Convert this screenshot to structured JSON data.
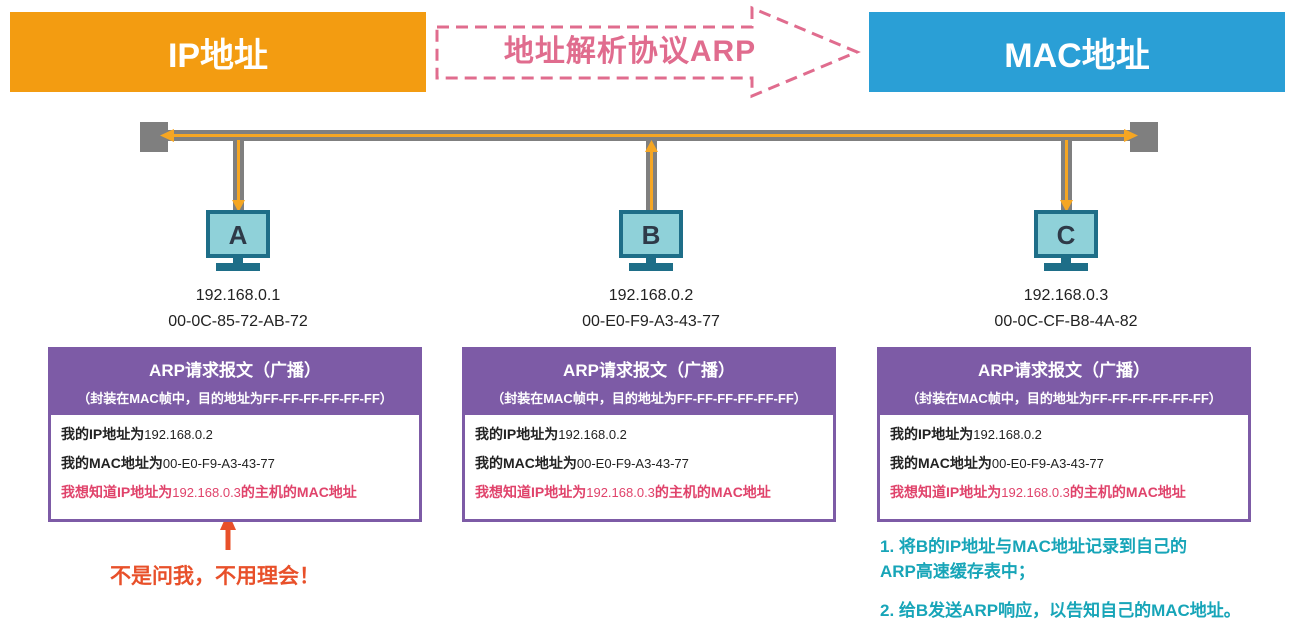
{
  "banners": {
    "ip": "IP地址",
    "arp": "地址解析协议ARP",
    "mac": "MAC地址"
  },
  "hosts": [
    {
      "label": "A",
      "ip": "192.168.0.1",
      "mac": "00-0C-85-72-AB-72"
    },
    {
      "label": "B",
      "ip": "192.168.0.2",
      "mac": "00-E0-F9-A3-43-77"
    },
    {
      "label": "C",
      "ip": "192.168.0.3",
      "mac": "00-0C-CF-B8-4A-82"
    }
  ],
  "arp_request": {
    "title": "ARP请求报文（广播）",
    "subtitle": "（封装在MAC帧中，目的地址为FF-FF-FF-FF-FF-FF）",
    "line1_label": "我的IP地址为",
    "line1_value": "192.168.0.2",
    "line2_label": "我的MAC地址为",
    "line2_value": "00-E0-F9-A3-43-77",
    "line3_prefix": "我想知道IP地址为",
    "line3_value": "192.168.0.3",
    "line3_suffix": "的主机的MAC地址"
  },
  "notes": {
    "host_a": "不是问我，不用理会！",
    "host_c_1": "1. 将B的IP地址与MAC地址记录到自己的",
    "host_c_2": "ARP高速缓存表中；",
    "host_c_3": "2. 给B发送ARP响应，以告知自己的MAC地址。"
  },
  "colors": {
    "ip_banner": "#F39C11",
    "mac_banner": "#2A9FD6",
    "arp_arrow": "#E06C8E",
    "bus": "#7F7F7F",
    "signal": "#F5A623",
    "box_border": "#7D5BA6",
    "question_text": "#E0436B",
    "note_a": "#E8502A",
    "note_c": "#17A5B8"
  }
}
